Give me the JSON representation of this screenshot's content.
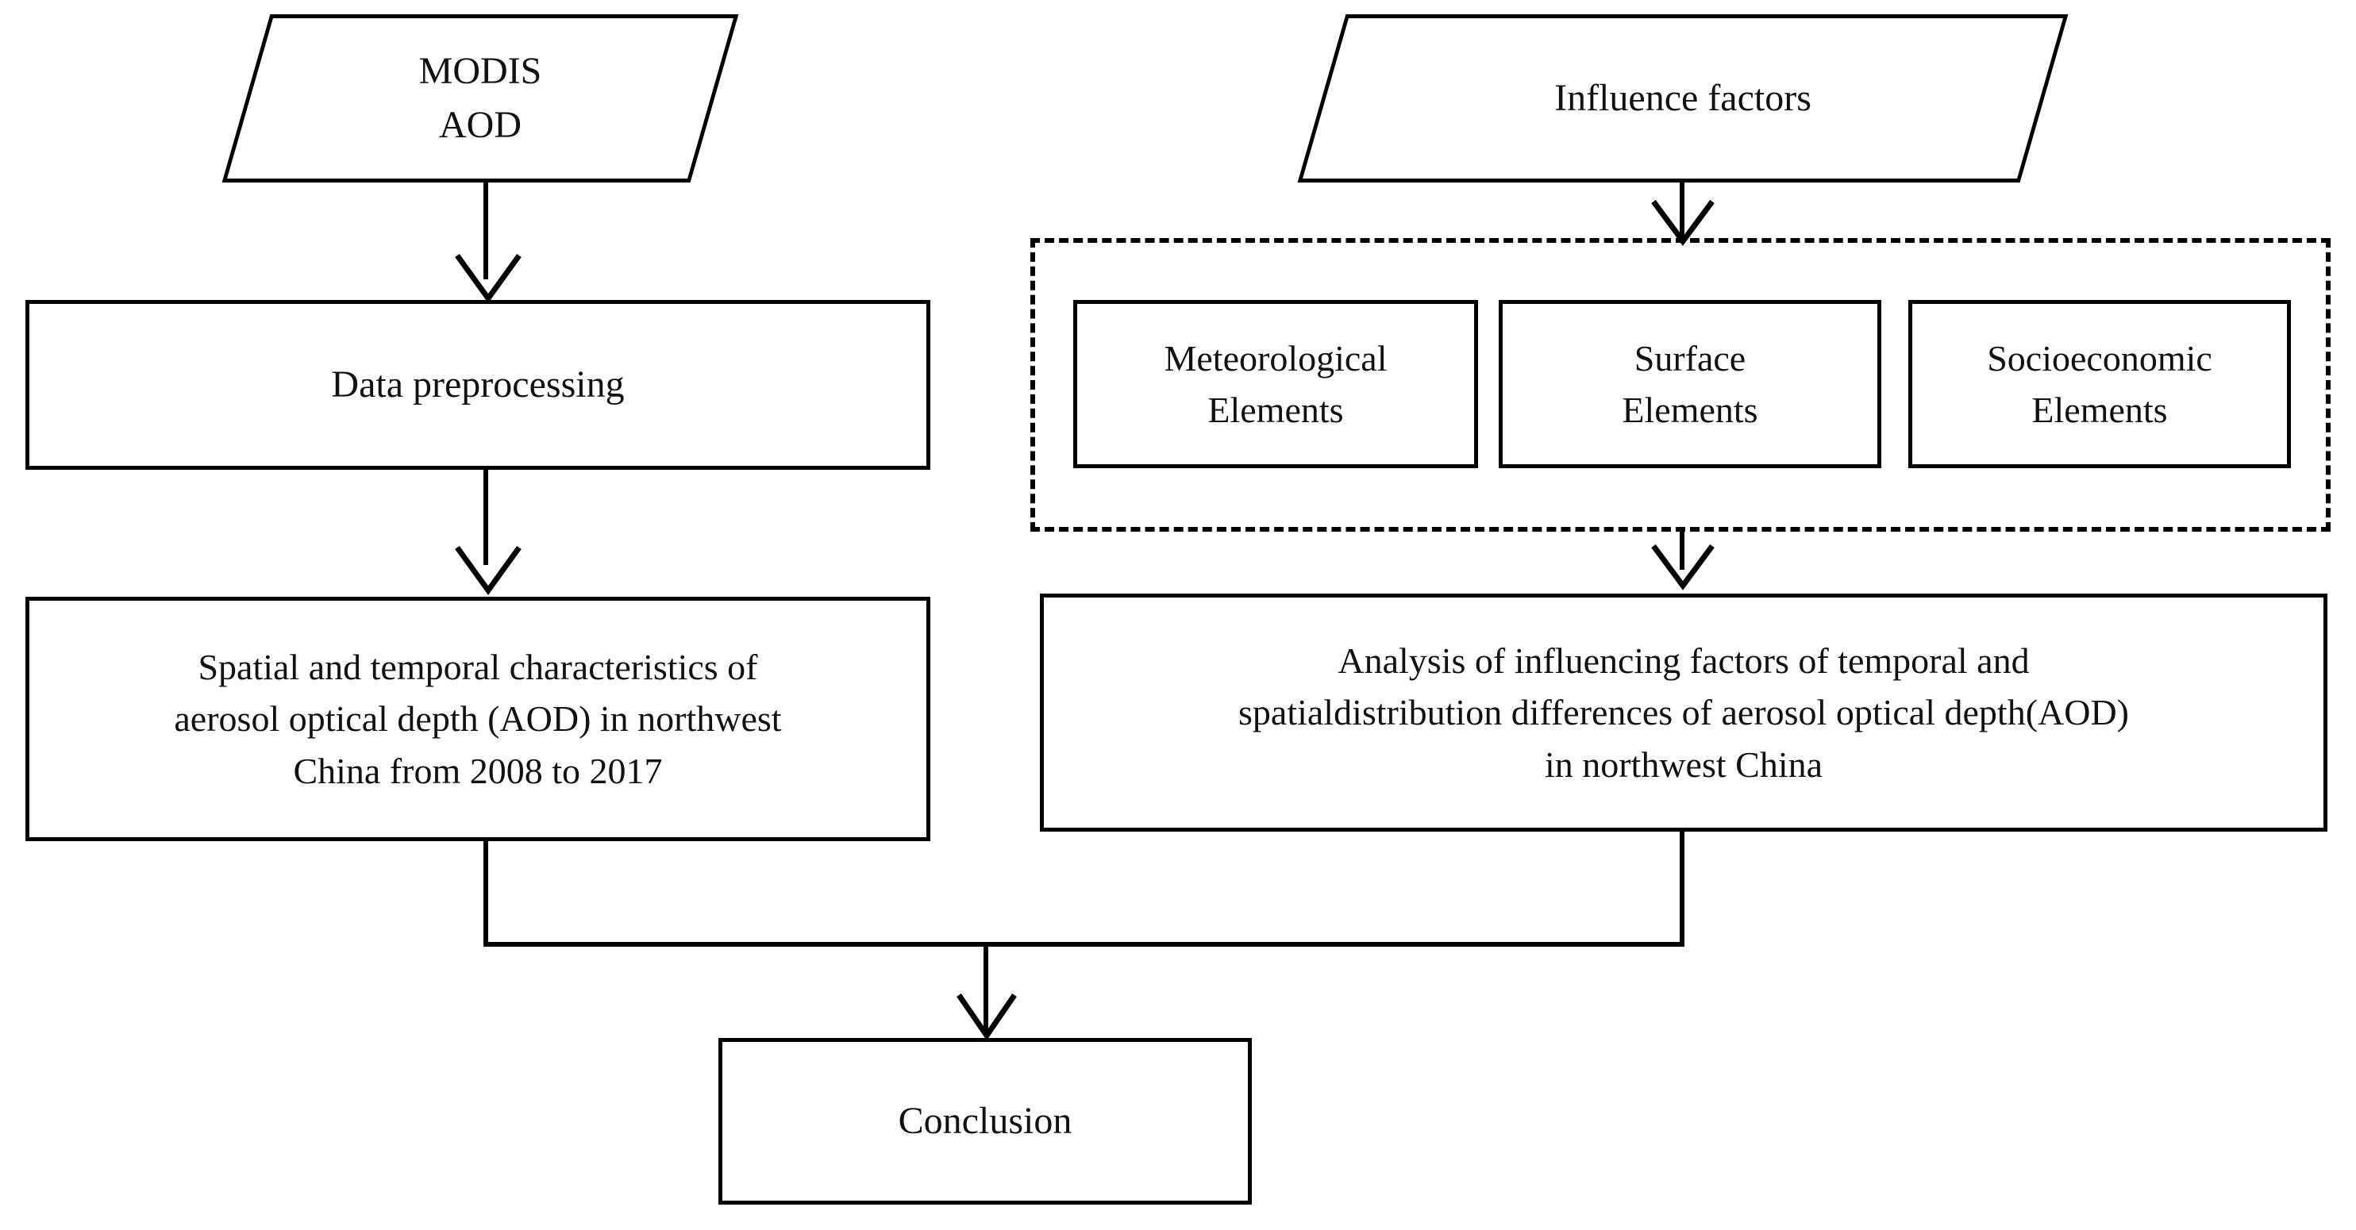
{
  "diagram": {
    "title": "Research methodology flowchart",
    "background_color": "#ffffff",
    "line_color": "#000000",
    "text_color": "#111111"
  },
  "nodes": {
    "modis_aod": {
      "label": "MODIS\nAOD",
      "shape": "parallelogram"
    },
    "influence_factors": {
      "label": "Influence factors",
      "shape": "parallelogram"
    },
    "data_preprocessing": {
      "label": "Data preprocessing",
      "shape": "rectangle"
    },
    "meteorological_elements": {
      "label": "Meteorological\nElements",
      "shape": "rectangle"
    },
    "surface_elements": {
      "label": "Surface\nElements",
      "shape": "rectangle"
    },
    "socioeconomic_elements": {
      "label": "Socioeconomic\nElements",
      "shape": "rectangle"
    },
    "spatial_temporal": {
      "label": "Spatial and temporal characteristics of\naerosol optical depth (AOD) in northwest\nChina from 2008 to 2017",
      "shape": "rectangle"
    },
    "influencing_analysis": {
      "label": "Analysis of influencing factors of temporal and\nspatialdistribution differences of aerosol optical depth(AOD)\nin northwest China",
      "shape": "rectangle"
    },
    "conclusion": {
      "label": "Conclusion",
      "shape": "rectangle"
    },
    "factor_group": {
      "label": "",
      "shape": "dashed-container"
    }
  },
  "edges": [
    {
      "from": "modis_aod",
      "to": "data_preprocessing",
      "style": "straight-down-arrow"
    },
    {
      "from": "data_preprocessing",
      "to": "spatial_temporal",
      "style": "straight-down-arrow"
    },
    {
      "from": "influence_factors",
      "to": "factor_group",
      "style": "straight-down-arrow"
    },
    {
      "from": "factor_group",
      "to": "influencing_analysis",
      "style": "straight-down-arrow"
    },
    {
      "from": "spatial_temporal",
      "to": "conclusion",
      "style": "elbow-merge-arrow"
    },
    {
      "from": "influencing_analysis",
      "to": "conclusion",
      "style": "elbow-merge-arrow"
    }
  ]
}
